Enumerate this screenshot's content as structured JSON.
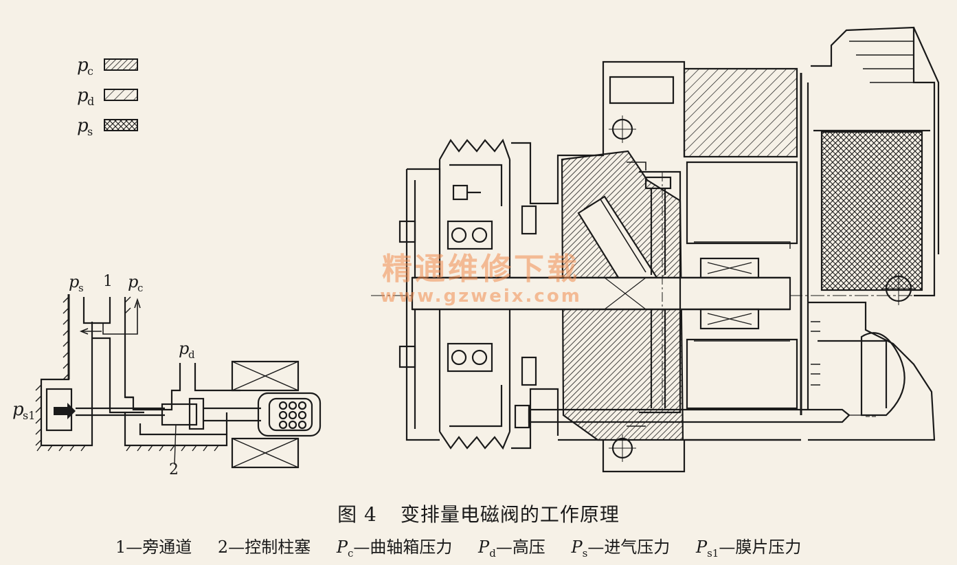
{
  "legend": {
    "items": [
      {
        "symbol": "p",
        "sub": "c",
        "pattern": "hatch-dense"
      },
      {
        "symbol": "p",
        "sub": "d",
        "pattern": "hatch-sparse"
      },
      {
        "symbol": "p",
        "sub": "s",
        "pattern": "crosshatch"
      }
    ]
  },
  "valve_labels": {
    "ps": {
      "symbol": "p",
      "sub": "s"
    },
    "n1": "1",
    "pc": {
      "symbol": "p",
      "sub": "c"
    },
    "pd": {
      "symbol": "p",
      "sub": "d"
    },
    "ps1": {
      "symbol": "p",
      "sub": "s1"
    },
    "n2": "2"
  },
  "watermark": {
    "line1": "精通维修下载",
    "line2": "www.gzweix.com"
  },
  "caption": {
    "figure_no": "图 4",
    "title": "变排量电磁阀的工作原理",
    "legend_items": [
      {
        "text": "1—旁通道"
      },
      {
        "text": "2—控制柱塞"
      },
      {
        "symbol": "P",
        "sub": "c",
        "text": "—曲轴箱压力"
      },
      {
        "symbol": "P",
        "sub": "d",
        "text": "—高压"
      },
      {
        "symbol": "P",
        "sub": "s",
        "text": "—进气压力"
      },
      {
        "symbol": "P",
        "sub": "s1",
        "text": "—膜片压力"
      }
    ]
  },
  "colors": {
    "background": "#f6f1e7",
    "ink": "#1a1a1a",
    "watermark": "#f08c50"
  }
}
